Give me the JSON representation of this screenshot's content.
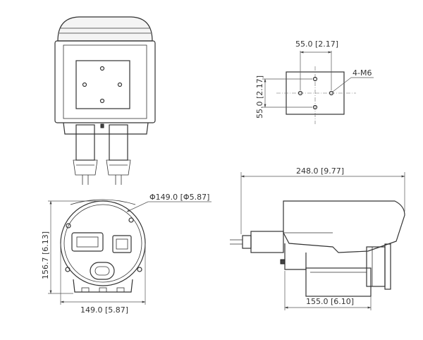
{
  "dimensions": {
    "bracket_spacing_horizontal": "55.0 [2.17]",
    "bracket_spacing_vertical": "55.0 [2.17]",
    "bracket_screws": "4-M6",
    "front_diameter": "Φ149.0 [Φ5.87]",
    "front_height": "156.7 [6.13]",
    "front_width": "149.0 [5.87]",
    "side_length": "248.0 [9.77]",
    "side_base_length": "155.0 [6.10]"
  }
}
